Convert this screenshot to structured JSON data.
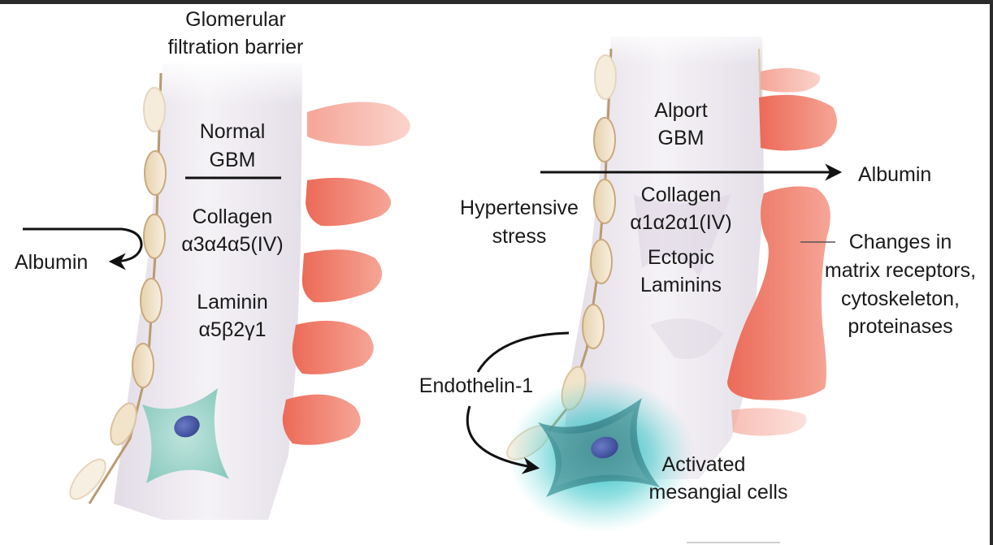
{
  "labels": {
    "title_line1": "Glomerular",
    "title_line2": "filtration barrier",
    "normal_line1": "Normal",
    "normal_line2": "GBM",
    "collagen_left_line1": "Collagen",
    "collagen_left_line2": "α3α4α5(IV)",
    "laminin_line1": "Laminin",
    "laminin_line2": "α5β2γ1",
    "albumin_left": "Albumin",
    "alport_line1": "Alport",
    "alport_line2": "GBM",
    "albumin_right": "Albumin",
    "hypertensive_line1": "Hypertensive",
    "hypertensive_line2": "stress",
    "collagen_right_line1": "Collagen",
    "collagen_right_line2": "α1α2α1(IV)",
    "ectopic_line1": "Ectopic",
    "ectopic_line2": "Laminins",
    "changes_line1": "Changes in",
    "changes_line2": "matrix receptors,",
    "changes_line3": "cytoskeleton,",
    "changes_line4": "proteinases",
    "endothelin": "Endothelin-1",
    "activated_line1": "Activated",
    "activated_line2": "mesangial cells"
  },
  "colors": {
    "endothelial_cell": "#f1e2c8",
    "podocyte": "#ef7a68",
    "mesangial_normal": "#a5d8cf",
    "mesangial_activated": "#1ab8bc",
    "nucleus": "#4a5aa3",
    "gbm": "#ebe6ee",
    "arrow": "#111111"
  }
}
